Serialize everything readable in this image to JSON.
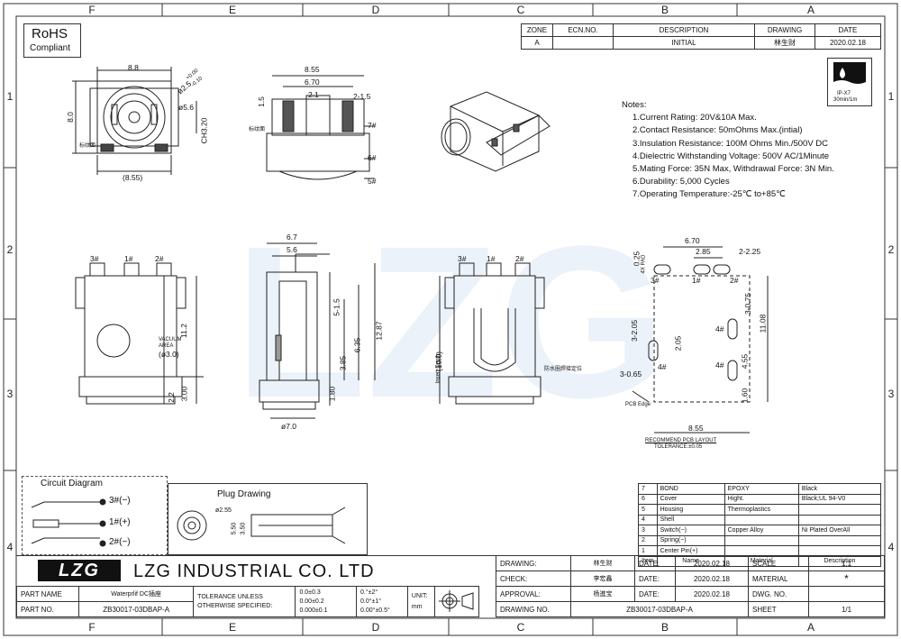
{
  "frame": {
    "col_labels": [
      "F",
      "E",
      "D",
      "C",
      "B",
      "A"
    ],
    "row_labels": [
      "1",
      "2",
      "3",
      "4"
    ]
  },
  "rohs": {
    "title": "RoHS",
    "subtitle": "Compliant"
  },
  "revision_table": {
    "headers": [
      "ZONE",
      "ECN.NO.",
      "DESCRIPTION",
      "DRAWING",
      "DATE"
    ],
    "row": [
      "A",
      "",
      "INITIAL",
      "林生财",
      "2020.02.18"
    ]
  },
  "ip_badge": {
    "rating": "IP-X7",
    "condition": "30min/1m"
  },
  "notes": {
    "title": "Notes:",
    "items": [
      "1.Current Rating: 20V&10A Max.",
      "2.Contact Resistance: 50mOhms Max.(intial)",
      "3.Insulation Resistance: 100M Ohms Min./500V DC",
      "4.Dielectric Withstanding Voltage: 500V AC/1Minute",
      "5.Mating Force: 35N Max, Withdrawal Force: 3N Min.",
      "6.Durability: 5,000 Cycles",
      "7.Operating Temperature:-25℃ to+85℃"
    ]
  },
  "top_view": {
    "width": "8.8",
    "height": "8.0",
    "bottom": "(8.55)",
    "hole": "ø2.5",
    "tol_plus": "+0.00",
    "tol_minus": "-0.10",
    "inner": "ø5.6",
    "ch": "CH3.20",
    "label_a": "标纹面"
  },
  "front_view": {
    "width": "8.55",
    "inner_w": "6.70",
    "pitch": "2.1",
    "pad": "2-1.5",
    "height_l": "1.5",
    "label_a": "标纹面",
    "callouts": [
      "7#",
      "6#",
      "5#"
    ]
  },
  "side_view_left": {
    "pins": [
      "3#",
      "1#",
      "2#"
    ],
    "height": "11.2",
    "h2": "2.2",
    "h3": "3.00",
    "vacuum": "VACUUM",
    "area": "AREA",
    "vac_dim": "(ø3.0)"
  },
  "side_view_mid": {
    "w1": "6.7",
    "w2": "5.6",
    "d1": "5-1.5",
    "d2": "6.35",
    "d3": "12.87",
    "d4": "3.85",
    "d5": "1.80",
    "bottom": "ø7.0"
  },
  "side_view_right": {
    "insert_depth": "Insert Depth",
    "depth_val": "(10.0)",
    "note": "防水圈焊接定位",
    "pins": [
      "3#",
      "1#",
      "2#"
    ]
  },
  "pcb_layout": {
    "w_top": "6.70",
    "w_mid": "2.85",
    "pad": "2-2.25",
    "pad_h": "0.25",
    "pad_label": "4X PAD",
    "pins": [
      "3#",
      "1#",
      "2#",
      "4#",
      "4#",
      "4#"
    ],
    "d1": "3-2.05",
    "d2": "2.05",
    "d3": "3-0.65",
    "d4": "3-0.75",
    "d5": "11.08",
    "d6": "4.55",
    "d7": "1.60",
    "width": "8.55",
    "edge": "PCB Edge",
    "title": "RECOMMEND PCB LAYOUT",
    "tol": "TOLERANCE:±0.05"
  },
  "circuit": {
    "title": "Circuit Diagram",
    "pins": [
      "3#(−)",
      "1#(+)",
      "2#(−)"
    ]
  },
  "plug": {
    "title": "Plug Drawing",
    "d1": "ø2.55",
    "d2": "5.50",
    "d3": "3.50"
  },
  "parts": {
    "headers": [
      "Item",
      "Name",
      "Material",
      "Description"
    ],
    "rows": [
      [
        "7",
        "BOND",
        "EPOXY",
        "Black"
      ],
      [
        "6",
        "Cover",
        "Hight.",
        "Black;UL 94-V0"
      ],
      [
        "5",
        "Housing",
        "Thermoplastics",
        ""
      ],
      [
        "4",
        "Shell",
        "",
        ""
      ],
      [
        "3",
        "Switch(−)",
        "Copper Alloy",
        "Ni Plated OverAll"
      ],
      [
        "2",
        "Spring(−)",
        "",
        ""
      ],
      [
        "1",
        "Center Pin(+)",
        "",
        ""
      ]
    ]
  },
  "title_block": {
    "company": "LZG INDUSTRIAL CO. LTD",
    "logo": "LZG",
    "part_name_label": "PART NAME",
    "part_name": "Waterprlif DC插座",
    "part_no_label": "PART NO.",
    "part_no": "ZB30017-03DBAP-A",
    "tol_label_1": "TOLERANCE UNLESS",
    "tol_label_2": "OTHERWISE SPECIFIED:",
    "tol_lin": [
      "0.0±0.3",
      "0.00±0.2",
      "0.000±0.1"
    ],
    "tol_ang": [
      "0.°±2°",
      "0.0°±1°",
      "0.00°±0.5°"
    ],
    "unit_label": "UNIT:",
    "unit": "mm",
    "drawing_label": "DRAWING:",
    "drawing": "林生财",
    "check_label": "CHECK:",
    "check": "李宏鑫",
    "approval_label": "APPROVAL:",
    "approval": "杨進宝",
    "drawing_no_label": "DRAWING NO.",
    "drawing_no": "ZB30017-03DBAP-A",
    "date_label": "DATE:",
    "date": "2020.02.18",
    "scale_label": "SCALE",
    "scale": "1:1",
    "material_label": "MATERIAL",
    "material": "*",
    "dwg_no_label": "DWG. NO.",
    "sheet_label": "SHEET",
    "sheet": "1/1"
  }
}
